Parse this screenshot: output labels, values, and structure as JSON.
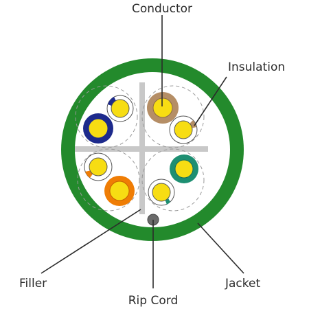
{
  "labels": {
    "conductor": "Conductor",
    "insulation": "Insulation",
    "filler": "Filler",
    "jacket": "Jacket",
    "rip_cord": "Rip Cord"
  },
  "colors": {
    "jacket": "#238a2c",
    "filler": "#c8c8c8",
    "conductor": "#f7dd13",
    "rip_cord": "#6b6b6b",
    "pair_outline": "#999999",
    "blue": "#1d2a8c",
    "brown": "#b58e66",
    "green": "#1d8f72",
    "orange": "#ef7d05"
  },
  "pairs": [
    {
      "name": "blue pair",
      "color": "blue"
    },
    {
      "name": "brown pair",
      "color": "brown"
    },
    {
      "name": "green pair",
      "color": "green"
    },
    {
      "name": "orange pair",
      "color": "orange"
    }
  ]
}
